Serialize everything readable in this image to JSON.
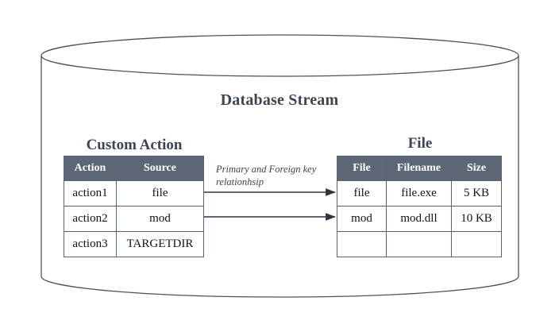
{
  "diagram": {
    "container_label": "Database Stream",
    "shape": "cylinder",
    "outline_color": "#4a515e",
    "background_color": "#ffffff",
    "header_color": "#5d6675",
    "text_color": "#111317",
    "title_color": "#3d4452"
  },
  "relationship": {
    "note": "Primary and Foreign key relationhsip",
    "arrows": [
      {
        "from_row": "action1 / file",
        "to_row": "file / file.exe / 5 KB"
      },
      {
        "from_row": "action2 / mod",
        "to_row": "mod / mod.dll / 10 KB"
      }
    ]
  },
  "tables": {
    "custom_action": {
      "title": "Custom Action",
      "columns": [
        "Action",
        "Source"
      ],
      "rows": [
        [
          "action1",
          "file"
        ],
        [
          "action2",
          "mod"
        ],
        [
          "action3",
          "TARGETDIR"
        ]
      ]
    },
    "file": {
      "title": "File",
      "columns": [
        "File",
        "Filename",
        "Size"
      ],
      "rows": [
        [
          "file",
          "file.exe",
          "5 KB"
        ],
        [
          "mod",
          "mod.dll",
          "10 KB"
        ],
        [
          "",
          "",
          ""
        ]
      ]
    }
  }
}
